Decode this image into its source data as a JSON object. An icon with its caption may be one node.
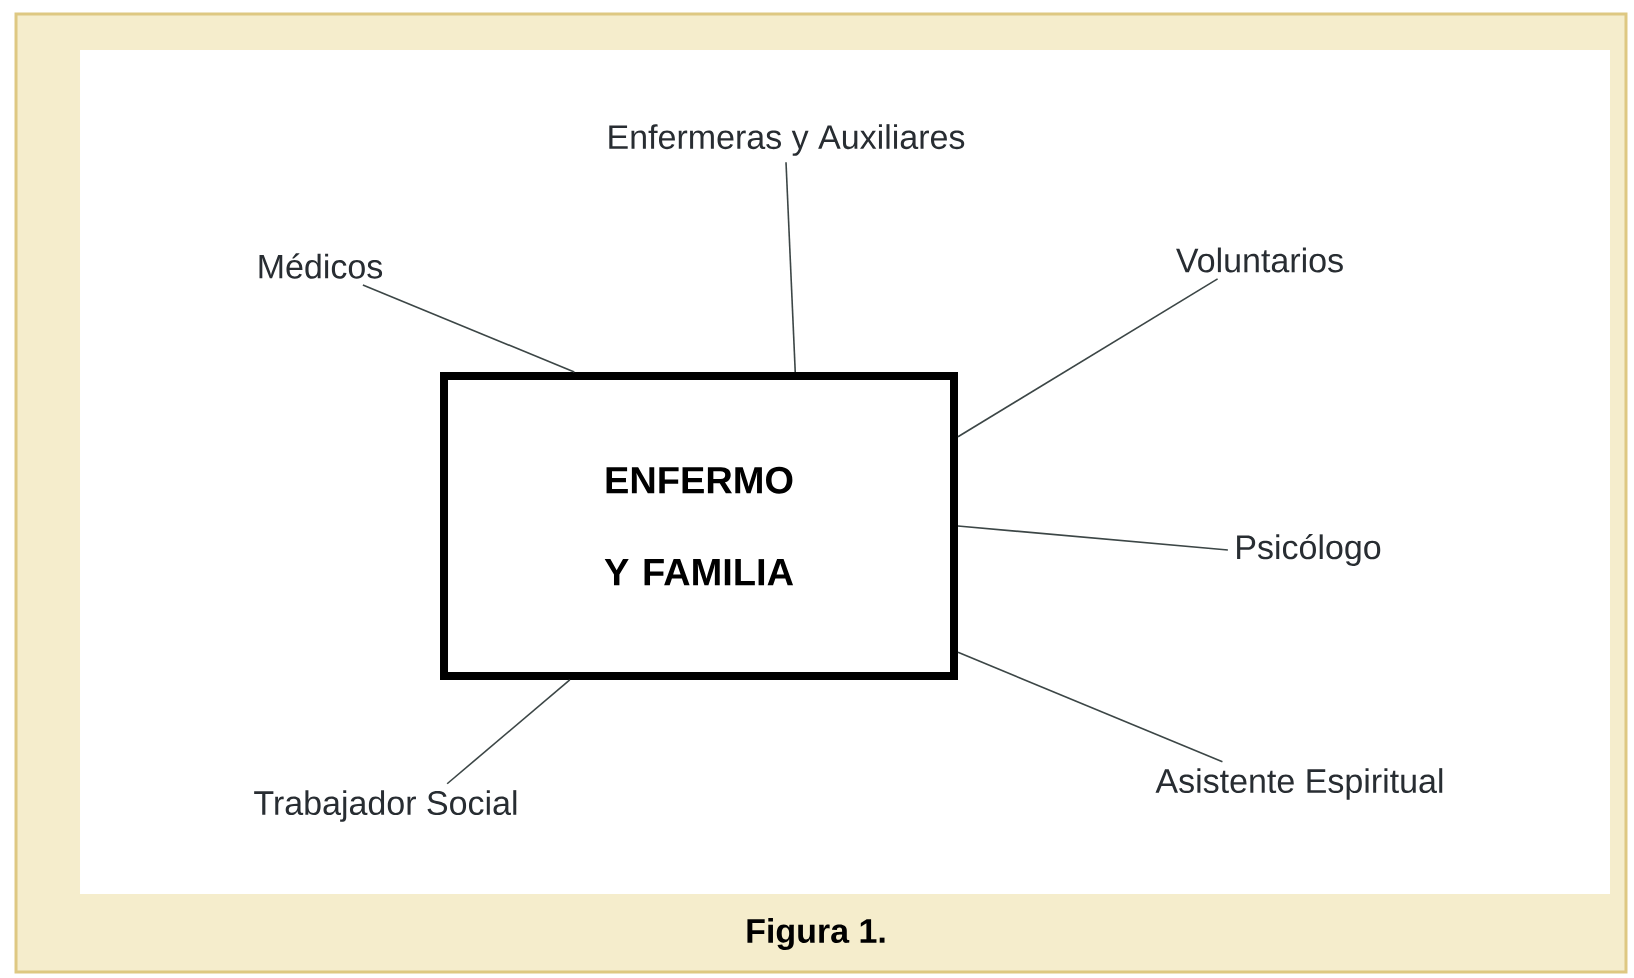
{
  "diagram": {
    "caption": "Figura 1.",
    "nodes": [
      {
        "text": [
          "ENFERMO Y FAMILIA"
        ]
      },
      {
        "text": [
          "Enfermeras y Auxiliares"
        ]
      },
      {
        "text": [
          "Médicos"
        ]
      },
      {
        "text": [
          "Voluntarios"
        ]
      },
      {
        "text": [
          "Psicólogo"
        ]
      },
      {
        "text": [
          "Asistente Espiritual"
        ]
      },
      {
        "text": [
          "Trabajador Social"
        ]
      }
    ],
    "edges": [
      {
        "from": 1,
        "to": 0,
        "arrow": "none"
      },
      {
        "from": 2,
        "to": 0,
        "arrow": "none"
      },
      {
        "from": 3,
        "to": 0,
        "arrow": "none"
      },
      {
        "from": 4,
        "to": 0,
        "arrow": "none"
      },
      {
        "from": 5,
        "to": 0,
        "arrow": "none"
      },
      {
        "from": 6,
        "to": 0,
        "arrow": "none"
      }
    ]
  }
}
